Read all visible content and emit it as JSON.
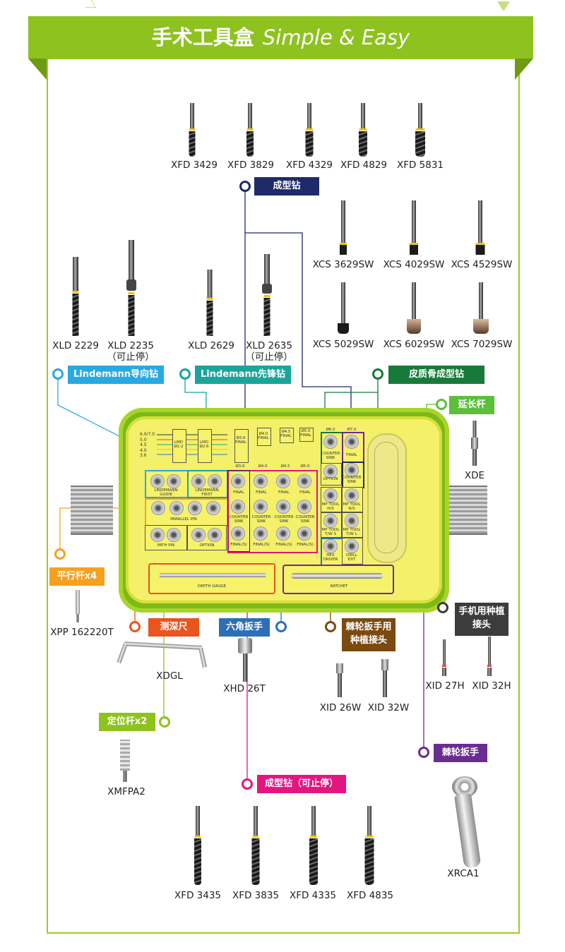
{
  "banner": {
    "title": "手术工具盒",
    "subtitle": "Simple & Easy"
  },
  "colors": {
    "banner_green": "#8dc21f",
    "navy": "#1f2a6b",
    "cyan": "#27a9e1",
    "teal": "#1aa59a",
    "dark_green": "#187a3a",
    "green": "#5bbf3a",
    "orange": "#f6a020",
    "red_orange": "#e9541f",
    "blue": "#2b6fb7",
    "brown": "#7a4a10",
    "dark_gray": "#3c3c3c",
    "yellow_green": "#8dc21f",
    "magenta": "#e3157f",
    "purple": "#6b2c91"
  },
  "top_drills": [
    {
      "code": "XFD 3429"
    },
    {
      "code": "XFD 3829"
    },
    {
      "code": "XFD 4329"
    },
    {
      "code": "XFD 4829"
    },
    {
      "code": "XFD 5831"
    }
  ],
  "counter_sinks": [
    {
      "code": "XCS 3629SW"
    },
    {
      "code": "XCS 4029SW"
    },
    {
      "code": "XCS 4529SW"
    },
    {
      "code": "XCS 5029SW"
    },
    {
      "code": "XCS 6029SW"
    },
    {
      "code": "XCS 7029SW"
    }
  ],
  "lindemann": [
    {
      "code": "XLD 2229",
      "note": ""
    },
    {
      "code": "XLD 2235",
      "note": "（可止停）"
    },
    {
      "code": "XLD 2629",
      "note": ""
    },
    {
      "code": "XLD 2635",
      "note": "（可止停）"
    }
  ],
  "labels": {
    "forming_drill": "成型钻",
    "lindemann_guide": "Lindemann导向钻",
    "lindemann_pilot": "Lindemann先锋钻",
    "cortical_drill": "皮质骨成型钻",
    "extension": "延长杆",
    "parallel": "平行杆x4",
    "depth": "测深尺",
    "hex": "六角扳手",
    "ratchet_adapter_l1": "棘轮扳手用",
    "ratchet_adapter_l2": "种植接头",
    "handpiece_l1": "手机用种植",
    "handpiece_l2": "接头",
    "locator": "定位杆x2",
    "ratchet": "棘轮扳手",
    "forming_stop": "成型钻（可止停）"
  },
  "parts": {
    "xde": "XDE",
    "xpp": "XPP 162220T",
    "xdgl": "XDGL",
    "xhd": "XHD 26T",
    "xid26w": "XID 26W",
    "xid32w": "XID 32W",
    "xid27h": "XID 27H",
    "xid32h": "XID 32H",
    "xmfpa": "XMFPA2",
    "xrca": "XRCA1"
  },
  "bottom_drills": [
    {
      "code": "XFD 3435"
    },
    {
      "code": "XFD 3835"
    },
    {
      "code": "XFD 4335"
    },
    {
      "code": "XFD 4835"
    }
  ],
  "tray": {
    "diam_list": [
      "6.0/7.0",
      "5.0",
      "4.5",
      "4.0",
      "3.6"
    ],
    "lmd1": "LMD\nØ2.2",
    "lmd2": "LMD\nØ2.6",
    "final36": "Ø3.6\nFINAL",
    "final40": "Ø4.0\nFINAL",
    "final45": "Ø4.5\nFINAL",
    "final50": "Ø5.0\nFINAL",
    "col_heads": [
      "Ø3.6",
      "Ø4.0",
      "Ø4.5",
      "Ø5.0"
    ],
    "d60": "Ø6.0",
    "d70": "Ø7.0",
    "guide": "LINDEMANN\nGUIDE",
    "first": "LINDEMANN\nFIRST",
    "parallel_pin": "PARALLEL PIN",
    "path_pin": "PATH PIN",
    "option": "OPTION",
    "final": "FINAL",
    "counter_sink": "COUNTER\nSINK",
    "final_s": "FINAL(S)",
    "mp_hs": "MP TOOL\nH/S",
    "mp_ns": "MP TOOL\nN/S",
    "mp_ws": "MP TOOL\nT/W S",
    "mp_wl": "MP TOOL\nT/W L",
    "hex_driver": "HEX\nDRIVER",
    "drill_ext": "DRILL\nEXT",
    "depth_gauge": "DEPTH GAUGE",
    "ratchet": "RATCHET"
  }
}
